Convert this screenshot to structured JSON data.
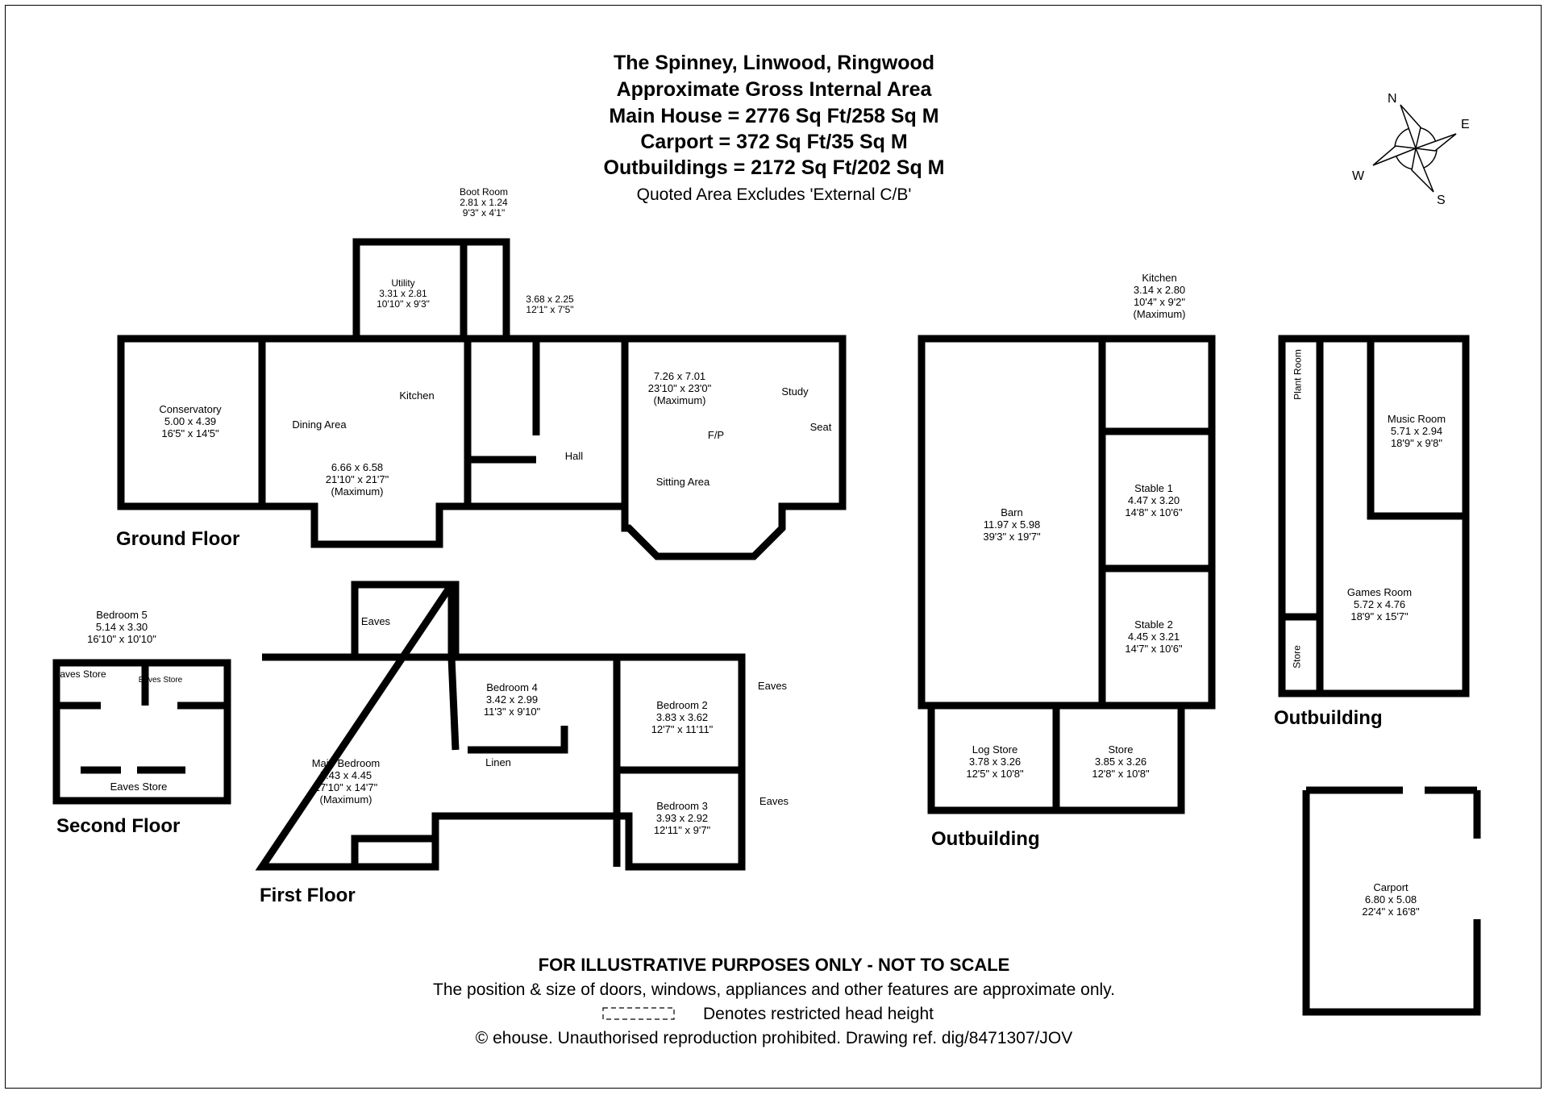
{
  "header": {
    "title": "The Spinney, Linwood, Ringwood",
    "subtitle": "Approximate Gross Internal Area",
    "areas": [
      "Main House = 2776 Sq Ft/258 Sq M",
      "Carport = 372 Sq Ft/35 Sq M",
      "Outbuildings = 2172 Sq Ft/202 Sq M"
    ],
    "note": "Quoted Area Excludes 'External C/B'"
  },
  "compass": {
    "n": "N",
    "e": "E",
    "s": "S",
    "w": "W"
  },
  "floors": {
    "ground": "Ground Floor",
    "first": "First Floor",
    "second": "Second Floor",
    "outbuilding_barn": "Outbuilding",
    "outbuilding_music": "Outbuilding"
  },
  "rooms": {
    "conservatory": {
      "name": "Conservatory",
      "metric": "5.00 x 4.39",
      "imperial": "16'5\" x 14'5\""
    },
    "dining": {
      "name": "Dining Area",
      "metric": "6.66 x 6.58",
      "imperial": "21'10\" x 21'7\"",
      "note": "(Maximum)"
    },
    "kitchen": {
      "name": "Kitchen"
    },
    "utility": {
      "name": "Utility",
      "metric": "3.31 x 2.81",
      "imperial": "10'10\" x 9'3\""
    },
    "boot": {
      "name": "Boot Room",
      "metric": "2.81 x 1.24",
      "imperial": "9'3\" x 4'1\""
    },
    "cloak": {
      "metric": "3.68 x 2.25",
      "imperial": "12'1\" x 7'5\""
    },
    "hall": {
      "name": "Hall"
    },
    "sitting": {
      "metric": "7.26 x 7.01",
      "imperial": "23'10\" x 23'0\"",
      "note": "(Maximum)",
      "name": "Sitting Area"
    },
    "study": {
      "name": "Study"
    },
    "seat": {
      "name": "Seat"
    },
    "fp": {
      "name": "F/P"
    },
    "bed5": {
      "name": "Bedroom 5",
      "metric": "5.14 x 3.30",
      "imperial": "16'10\" x 10'10\""
    },
    "eaves_store_a": {
      "name": "Eaves Store"
    },
    "eaves_store_b": {
      "name": "Eaves Store"
    },
    "eaves_store_c": {
      "name": "Eaves Store"
    },
    "main_bed": {
      "name": "Main Bedroom",
      "metric": "5.43 x 4.45",
      "imperial": "17'10\" x 14'7\"",
      "note": "(Maximum)"
    },
    "bed4": {
      "name": "Bedroom 4",
      "metric": "3.42 x 2.99",
      "imperial": "11'3\" x 9'10\""
    },
    "linen": {
      "name": "Linen"
    },
    "bed2": {
      "name": "Bedroom 2",
      "metric": "3.83 x 3.62",
      "imperial": "12'7\" x 11'11\""
    },
    "bed3": {
      "name": "Bedroom 3",
      "metric": "3.93 x 2.92",
      "imperial": "12'11\" x 9'7\""
    },
    "eaves1": {
      "name": "Eaves"
    },
    "eaves2": {
      "name": "Eaves"
    },
    "eaves3": {
      "name": "Eaves"
    },
    "barn": {
      "name": "Barn",
      "metric": "11.97 x 5.98",
      "imperial": "39'3\" x 19'7\""
    },
    "ob_kitchen": {
      "name": "Kitchen",
      "metric": "3.14 x 2.80",
      "imperial": "10'4\" x 9'2\"",
      "note": "(Maximum)"
    },
    "stable1": {
      "name": "Stable 1",
      "metric": "4.47 x 3.20",
      "imperial": "14'8\" x 10'6\""
    },
    "stable2": {
      "name": "Stable 2",
      "metric": "4.45 x 3.21",
      "imperial": "14'7\" x 10'6\""
    },
    "log": {
      "name": "Log Store",
      "metric": "3.78 x 3.26",
      "imperial": "12'5\" x 10'8\""
    },
    "store": {
      "name": "Store",
      "metric": "3.85 x 3.26",
      "imperial": "12'8\" x 10'8\""
    },
    "music": {
      "name": "Music Room",
      "metric": "5.71 x 2.94",
      "imperial": "18'9\" x 9'8\""
    },
    "games": {
      "name": "Games Room",
      "metric": "5.72 x 4.76",
      "imperial": "18'9\" x 15'7\""
    },
    "plant": {
      "name": "Plant Room"
    },
    "ob_store": {
      "name": "Store"
    },
    "carport": {
      "name": "Carport",
      "metric": "6.80 x 5.08",
      "imperial": "22'4\" x 16'8\""
    }
  },
  "footer": {
    "disclaimer": "FOR ILLUSTRATIVE PURPOSES ONLY - NOT TO SCALE",
    "position": "The position & size of doors, windows, appliances and other features are approximate only.",
    "restricted": "Denotes restricted head height",
    "copyright": "© ehouse. Unauthorised reproduction prohibited. Drawing ref. dig/8471307/JOV"
  }
}
